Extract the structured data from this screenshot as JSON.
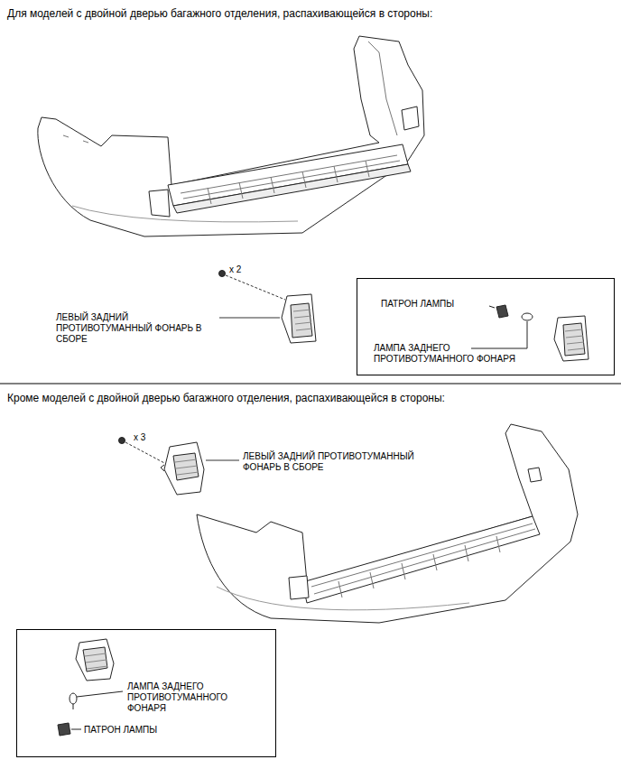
{
  "diagram": {
    "nodes": [
      {
        "text": [
          "ПАТРОН ЛАМПЫ",
          "ЛАМПА ЗАДНЕГО ПРОТИВОТУМАННОГО ФОНАРЯ"
        ]
      },
      {
        "text": [
          "ЛАМПА ЗАДНЕГО ПРОТИВОТУМАННОГО ФОНАРЯ",
          "ПАТРОН ЛАМПЫ"
        ]
      }
    ],
    "labels": [
      "Для моделей с двойной дверью багажного отделения, распахивающейся в стороны:",
      "x 2",
      "ЛЕВЫЙ ЗАДНИЙ ПРОТИВОТУМАННЫЙ ФОНАРЬ В СБОРЕ",
      "Кроме моделей с двойной дверью багажного отделения, распахивающейся в стороны:",
      "x 3",
      "ЛЕВЫЙ ЗАДНИЙ ПРОТИВОТУМАННЫЙ ФОНАРЬ В СБОРЕ"
    ]
  }
}
